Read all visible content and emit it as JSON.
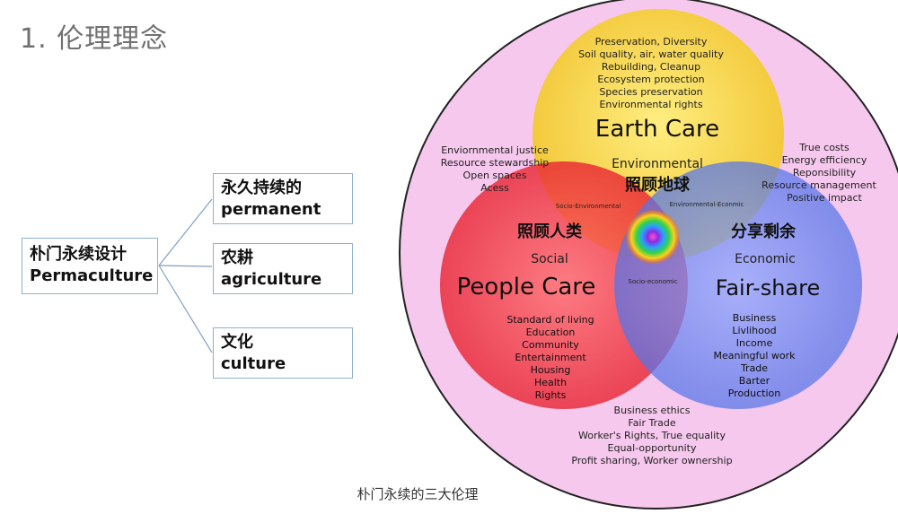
{
  "title": "1. 伦理理念",
  "caption": "朴门永续的三大伦理",
  "tree": {
    "root": {
      "zh": "朴门永续设计",
      "en": "Permaculture"
    },
    "branches": [
      {
        "zh": "永久持续的",
        "en": "permanent"
      },
      {
        "zh": "农耕",
        "en": "agriculture"
      },
      {
        "zh": "文化",
        "en": "culture"
      }
    ]
  },
  "venn": {
    "earth": {
      "title": "Earth Care",
      "sub": "Environmental",
      "zh": "照顾地球",
      "items": [
        "Preservation, Diversity",
        "Soil quality, air, water quality",
        "Rebuilding, Cleanup",
        "Ecosystem protection",
        "Species preservation",
        "Environmental rights"
      ]
    },
    "people": {
      "title": "People Care",
      "sub": "Social",
      "zh": "照顾人类",
      "items": [
        "Standard of living",
        "Education",
        "Community",
        "Entertainment",
        "Housing",
        "Health",
        "Rights"
      ]
    },
    "fair": {
      "title": "Fair-share",
      "sub": "Economic",
      "zh": "分享剩余",
      "items": [
        "Business",
        "Livlihood",
        "Income",
        "Meaningful work",
        "Trade",
        "Barter",
        "Production"
      ]
    },
    "outer_left": [
      "Enviornmental justice",
      "Resource stewardship",
      "Open spaces",
      "Acess"
    ],
    "outer_right": [
      "True costs",
      "Energy efficiency",
      "Reponsibility",
      "Resource management",
      "Positive impact"
    ],
    "outer_bottom": [
      "Business ethics",
      "Fair Trade",
      "Worker's Rights, True equality",
      "Equal-opportunity",
      "Profit sharing, Worker ownership"
    ],
    "overlaps": {
      "socio_env": "Socio-Environmental",
      "env_econ": "Environmental-Econmic",
      "socio_econ": "Socio-economic"
    }
  },
  "colors": {
    "earth": "#f5d33a",
    "people": "#ee2e3c",
    "fair": "#5b7df0",
    "outer": "#f6c8ee",
    "connector": "#7f9fbf",
    "box_border": "#8fb0cc",
    "title_gray": "#707070"
  }
}
